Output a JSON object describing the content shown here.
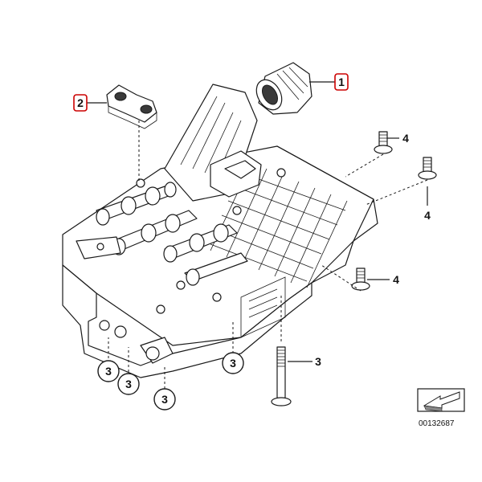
{
  "callouts": {
    "c1": "1",
    "c2": "2",
    "c3a": "3",
    "c3b": "3",
    "c3c": "3",
    "c3d": "3",
    "c3e": "3",
    "c4a": "4",
    "c4b": "4",
    "c4c": "4"
  },
  "reference_number": "00132687",
  "colors": {
    "highlight_box": "#cc0000",
    "line": "#1a1a1a"
  },
  "icons": {
    "direction": "arrow-icon"
  }
}
